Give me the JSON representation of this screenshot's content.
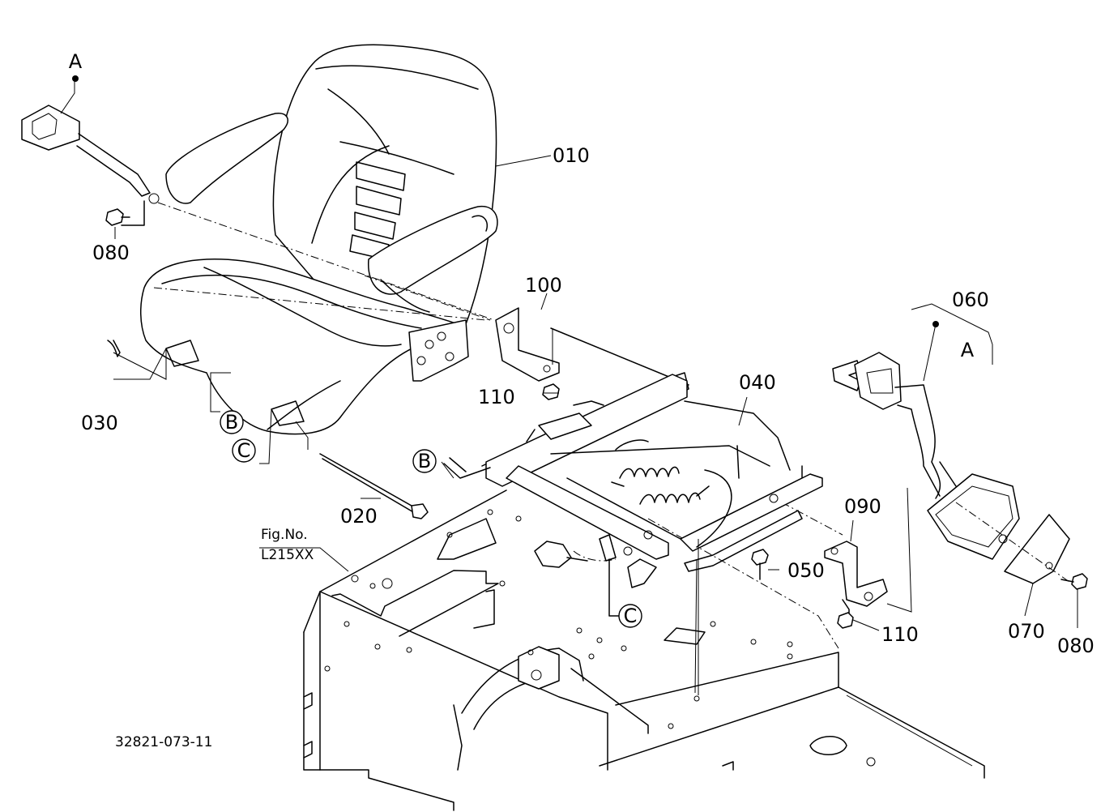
{
  "labels": {
    "p010": "010",
    "p020": "020",
    "p030": "030",
    "p040": "040",
    "p050": "050",
    "p060": "060",
    "p070": "070",
    "p080_left": "080",
    "p080_right": "080",
    "p090": "090",
    "p100": "100",
    "p110_left": "110",
    "p110_right": "110"
  },
  "refs": {
    "a_top": "A",
    "a_right": "A",
    "b_seat": "B",
    "c_seat": "C",
    "b_frame": "B",
    "c_frame": "C"
  },
  "fig": {
    "line1": "Fig.No.",
    "line2": "L215XX"
  },
  "drawing_number": "32821-073-11"
}
